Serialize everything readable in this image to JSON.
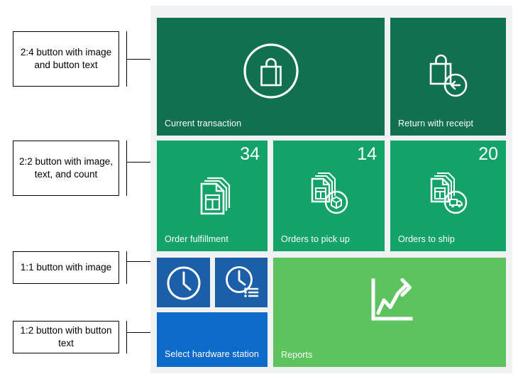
{
  "annotations": [
    {
      "id": "anno-2x4",
      "text": "2:4 button with image and button text"
    },
    {
      "id": "anno-2x2",
      "text": "2:2 button with image, text, and count"
    },
    {
      "id": "anno-1x1",
      "text": "1:1 button with image"
    },
    {
      "id": "anno-1x2",
      "text": "1:2 button with button text"
    }
  ],
  "tiles": {
    "current_transaction": {
      "label": "Current transaction",
      "icon": "shopping-bag-circle-icon",
      "color": "#10704f",
      "size": "2:4"
    },
    "return_with_receipt": {
      "label": "Return with receipt",
      "icon": "shopping-bag-return-arrow-icon",
      "color": "#10704f",
      "size": "2:2"
    },
    "order_fulfillment": {
      "label": "Order fulfillment",
      "count": "34",
      "icon": "documents-stack-icon",
      "color": "#13a368",
      "size": "2:2"
    },
    "orders_to_pick_up": {
      "label": "Orders to pick up",
      "count": "14",
      "icon": "documents-stack-package-icon",
      "color": "#13a368",
      "size": "2:2"
    },
    "orders_to_ship": {
      "label": "Orders to ship",
      "count": "20",
      "icon": "documents-stack-truck-icon",
      "color": "#13a368",
      "size": "2:2"
    },
    "time_clock": {
      "label": "",
      "icon": "clock-icon",
      "color": "#1a5fa8",
      "size": "1:1"
    },
    "time_clock_entries": {
      "label": "",
      "icon": "clock-list-icon",
      "color": "#1a5fa8",
      "size": "1:1"
    },
    "select_hardware_station": {
      "label": "Select hardware station",
      "icon": "",
      "color": "#0d6ac9",
      "size": "1:2"
    },
    "reports": {
      "label": "Reports",
      "icon": "chart-growth-icon",
      "color": "#5cc35f",
      "size": "2:4"
    }
  },
  "colors": {
    "panel_background": "#f1f2f4",
    "green_dark": "#10704f",
    "green_mid": "#13a368",
    "blue_dark": "#1a5fa8",
    "blue_bright": "#0d6ac9",
    "green_light": "#5cc35f",
    "annotation_border": "#000000",
    "annotation_text": "#000000"
  }
}
